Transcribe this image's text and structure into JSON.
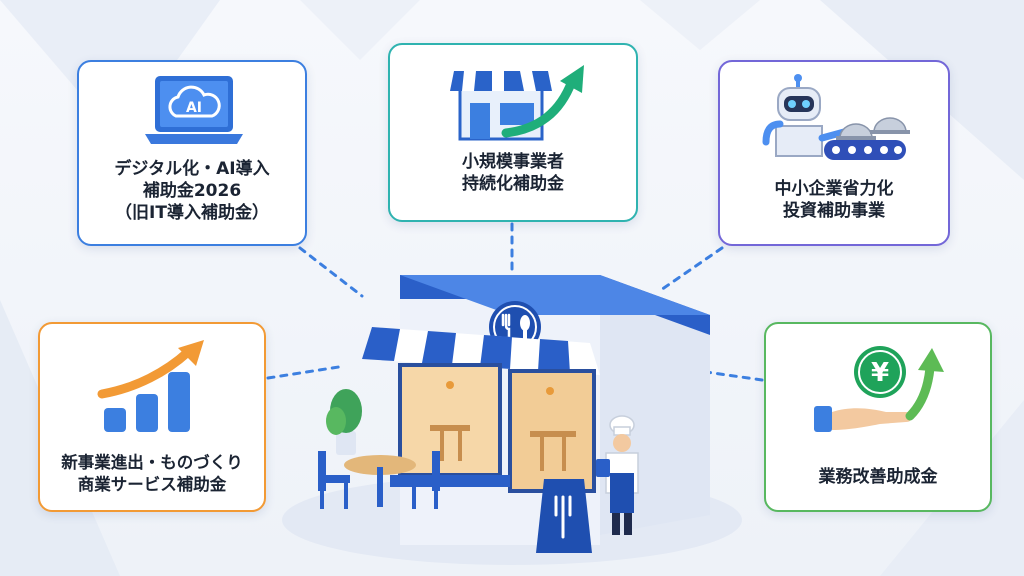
{
  "cards": {
    "it_subsidy": {
      "lines": [
        "デジタル化・AI導入",
        "補助金2026",
        "（旧IT導入補助金）"
      ],
      "icon_text": "AI",
      "icon": "laptop-cloud-icon",
      "color": "#3c7fe0"
    },
    "small_business": {
      "lines": [
        "小規模事業者",
        "持続化補助金"
      ],
      "icon": "storefront-growth-icon",
      "color": "#2fb3b0"
    },
    "labor_saving": {
      "lines": [
        "中小企業省力化",
        "投資補助事業"
      ],
      "icon": "robot-conveyor-icon",
      "color": "#7367d8"
    },
    "new_business": {
      "lines": [
        "新事業進出・ものづくり",
        "商業サービス補助金"
      ],
      "icon": "growth-bar-chart-icon",
      "color": "#f29a35"
    },
    "business_improvement": {
      "lines": [
        "業務改善助成金"
      ],
      "icon_text": "¥",
      "icon": "hand-yen-coin-icon",
      "color": "#58b860"
    }
  },
  "center": {
    "icon": "restaurant-storefront-icon"
  }
}
